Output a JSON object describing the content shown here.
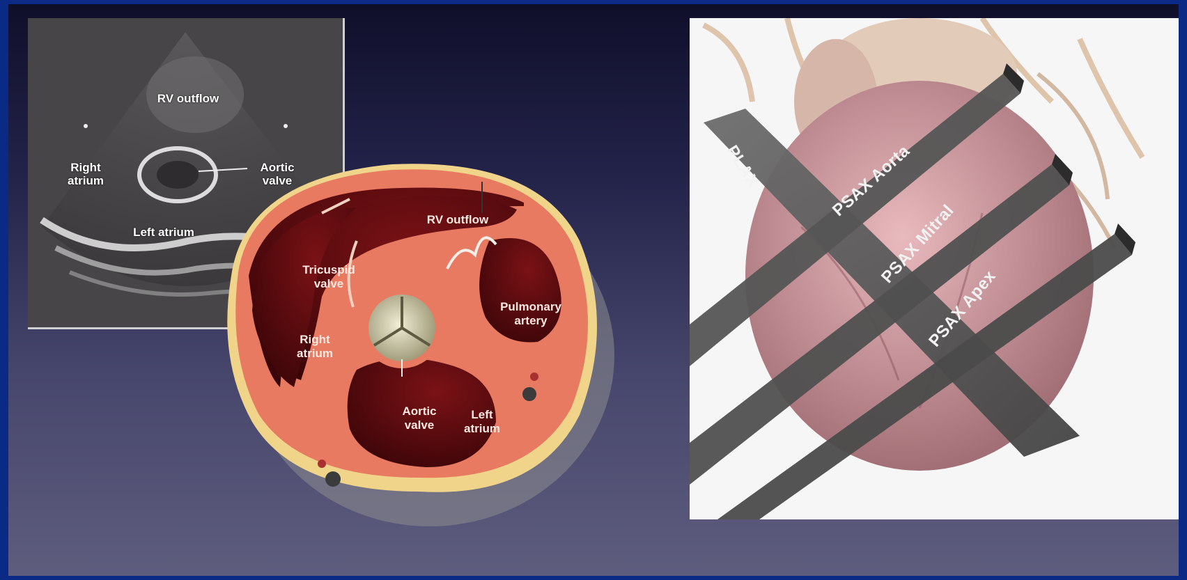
{
  "echo_image": {
    "labels": {
      "rv_outflow": "RV outflow",
      "right_atrium": "Right\natrium",
      "aortic_valve": "Aortic\nvalve",
      "left_atrium": "Left atrium"
    }
  },
  "anatomy_diagram": {
    "labels": {
      "rv_outflow": "RV outflow",
      "tricuspid_valve": "Tricuspid\nvalve",
      "right_atrium": "Right\natrium",
      "pulmonary_artery": "Pulmonary\nartery",
      "aortic_valve": "Aortic\nvalve",
      "left_atrium": "Left\natrium"
    }
  },
  "heart_planes": {
    "labels": {
      "plax": "PLAX",
      "psax_aorta": "PSAX Aorta",
      "psax_mitral": "PSAX Mitral",
      "psax_apex": "PSAX Apex"
    }
  }
}
